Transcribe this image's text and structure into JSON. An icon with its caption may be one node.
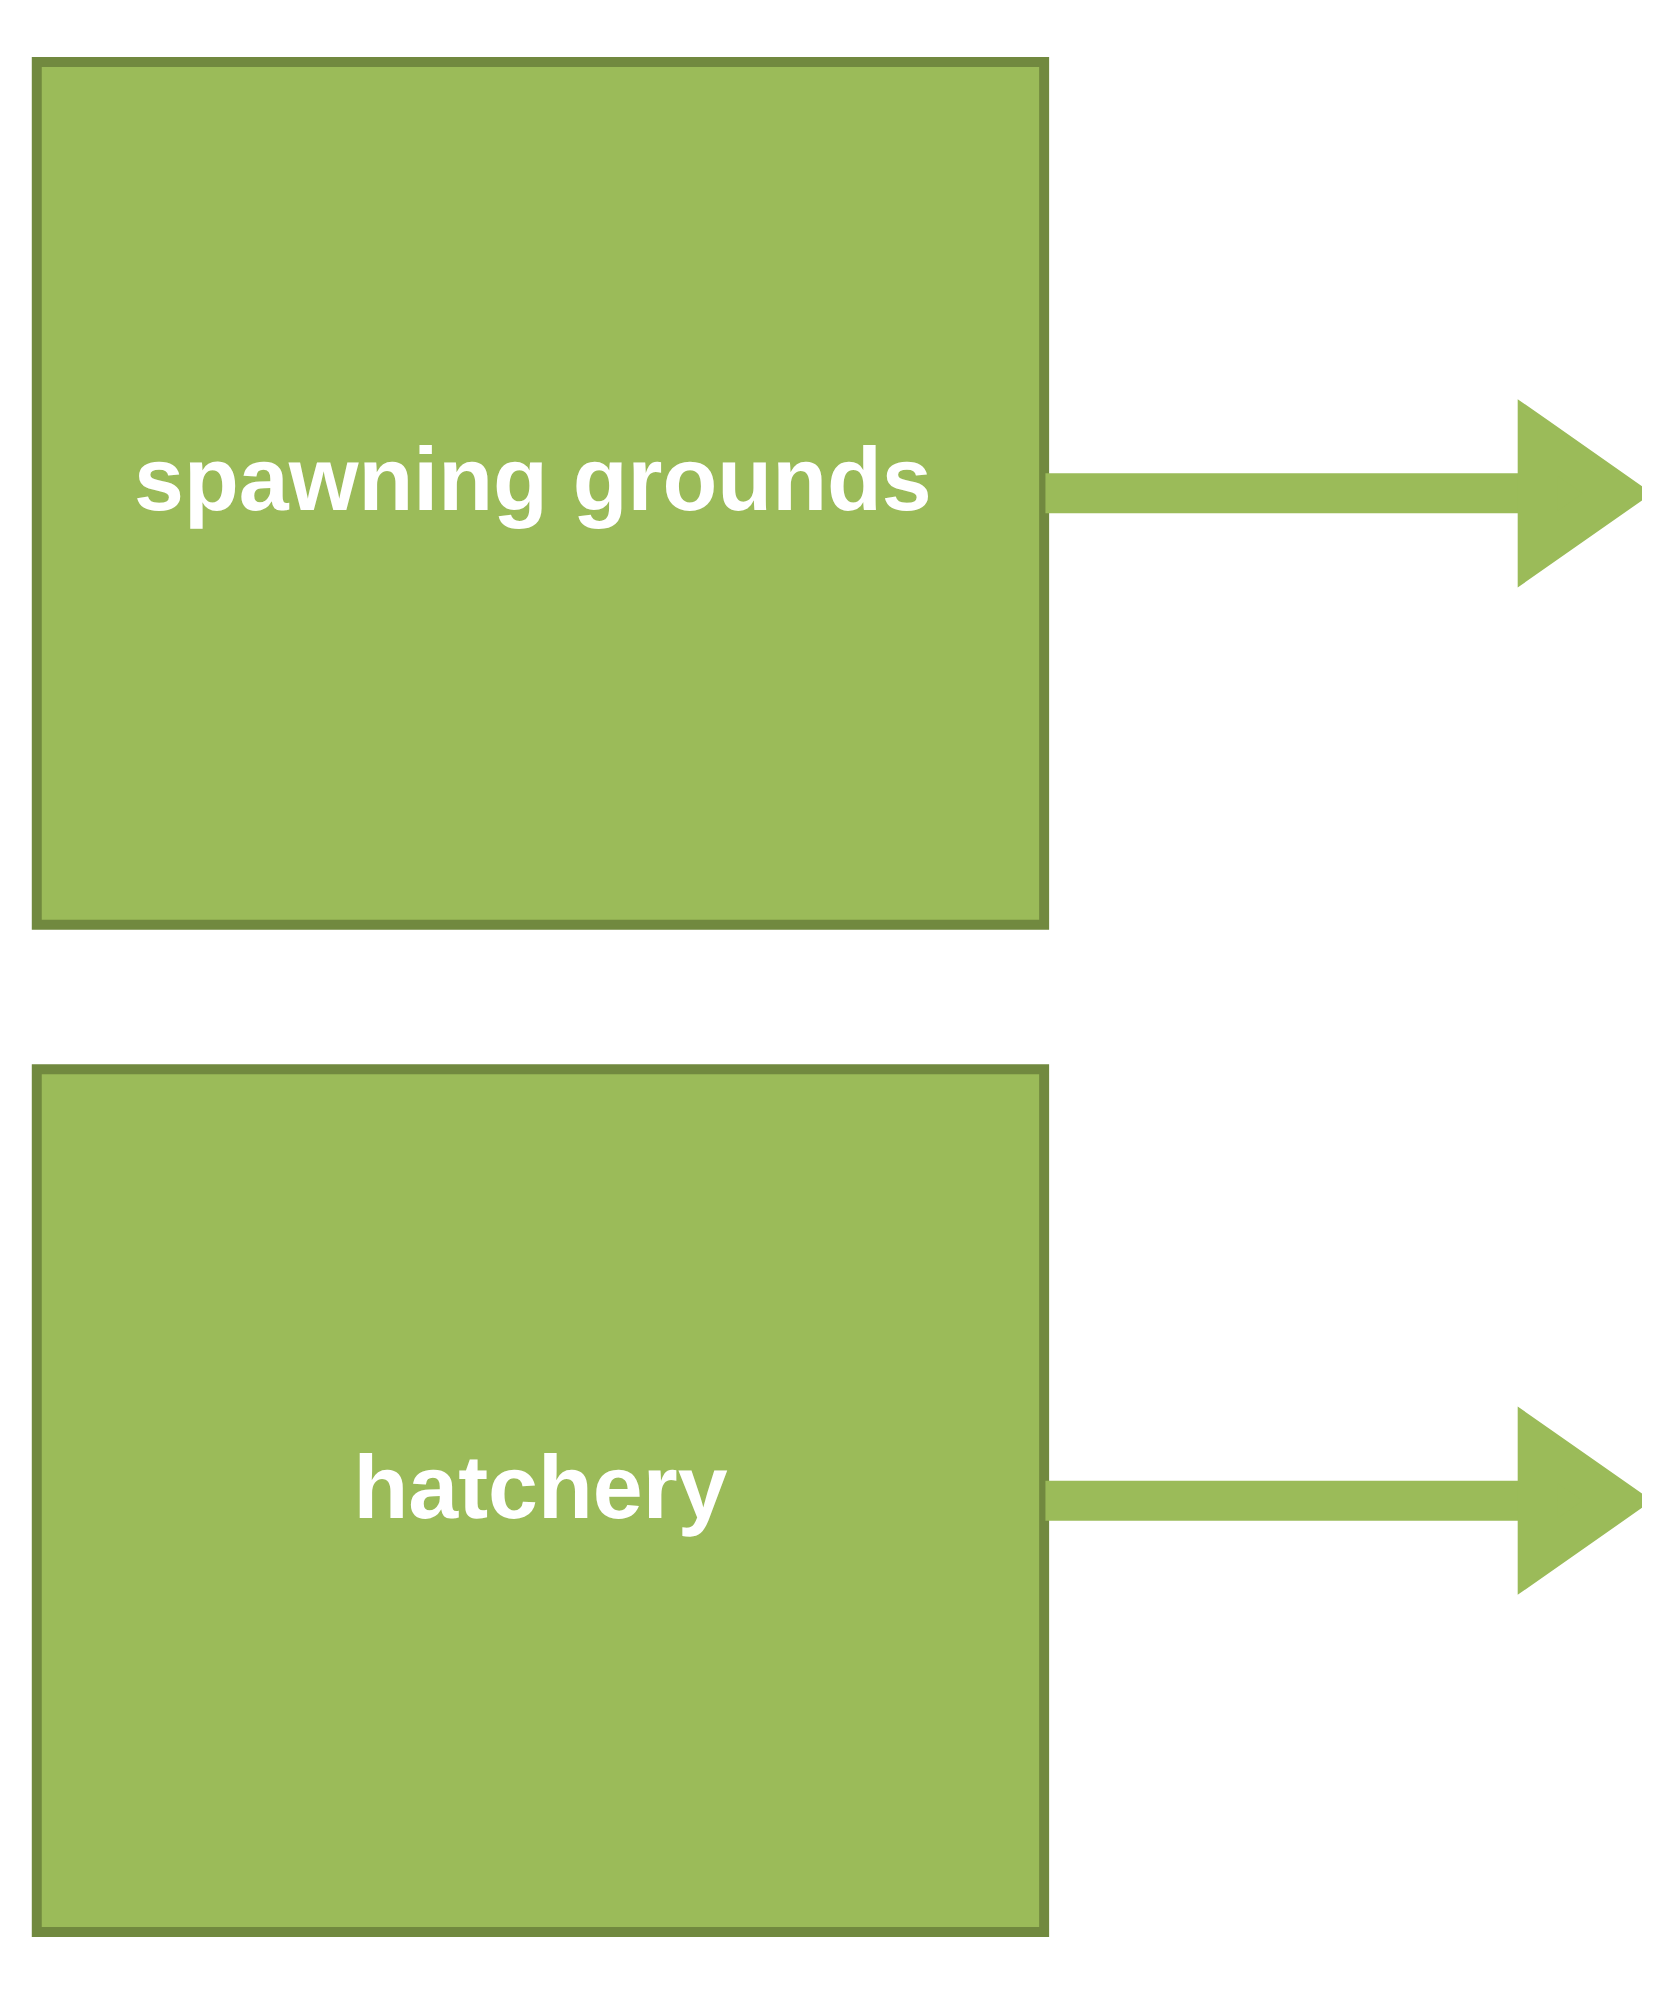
{
  "diagram": {
    "nodes": [
      {
        "text": [
          "spawning grounds"
        ]
      },
      {
        "text": [
          "hatchery"
        ]
      }
    ],
    "edges": [
      {
        "from": 0,
        "to": null,
        "arrow": "to"
      },
      {
        "from": 1,
        "to": null,
        "arrow": "to"
      }
    ]
  }
}
